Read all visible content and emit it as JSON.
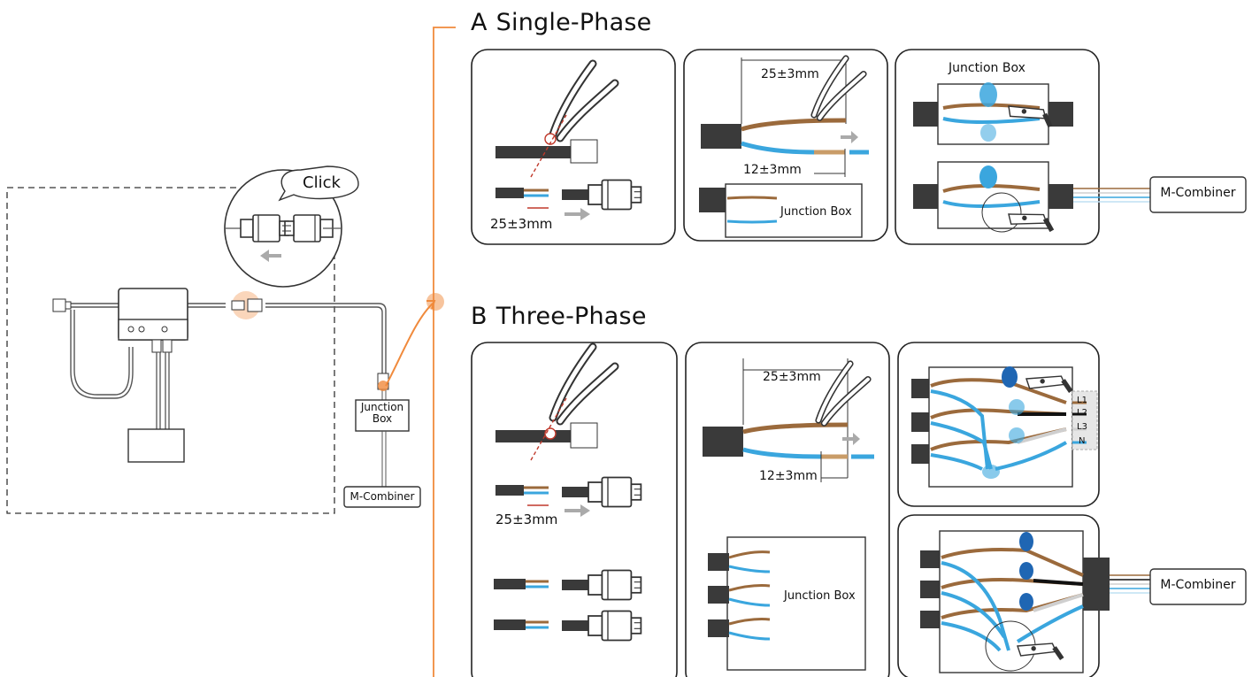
{
  "click_bubble": "Click",
  "overview": {
    "junction_box": [
      "Junction",
      "Box"
    ],
    "combiner": "M-Combiner"
  },
  "single_phase": {
    "letter": "A",
    "title": "Single-Phase",
    "strip_length": "25±3mm",
    "outer_strip": "25±3mm",
    "inner_strip": "12±3mm",
    "junction_box": "Junction Box",
    "panel3_title": "Junction Box",
    "combiner": "M-Combiner"
  },
  "three_phase": {
    "letter": "B",
    "title": "Three-Phase",
    "strip_length": "25±3mm",
    "outer_strip": "25±3mm",
    "inner_strip": "12±3mm",
    "junction_box": "Junction Box",
    "phases": [
      "L1",
      "L2",
      "L3",
      "N"
    ],
    "combiner": "M-Combiner"
  },
  "colors": {
    "accent": "#f08a3c",
    "brown": "#9b6a3c",
    "blue": "#3aa6de",
    "black": "#111111",
    "grey": "#cfcfcf",
    "cable": "#3a3a3a"
  }
}
